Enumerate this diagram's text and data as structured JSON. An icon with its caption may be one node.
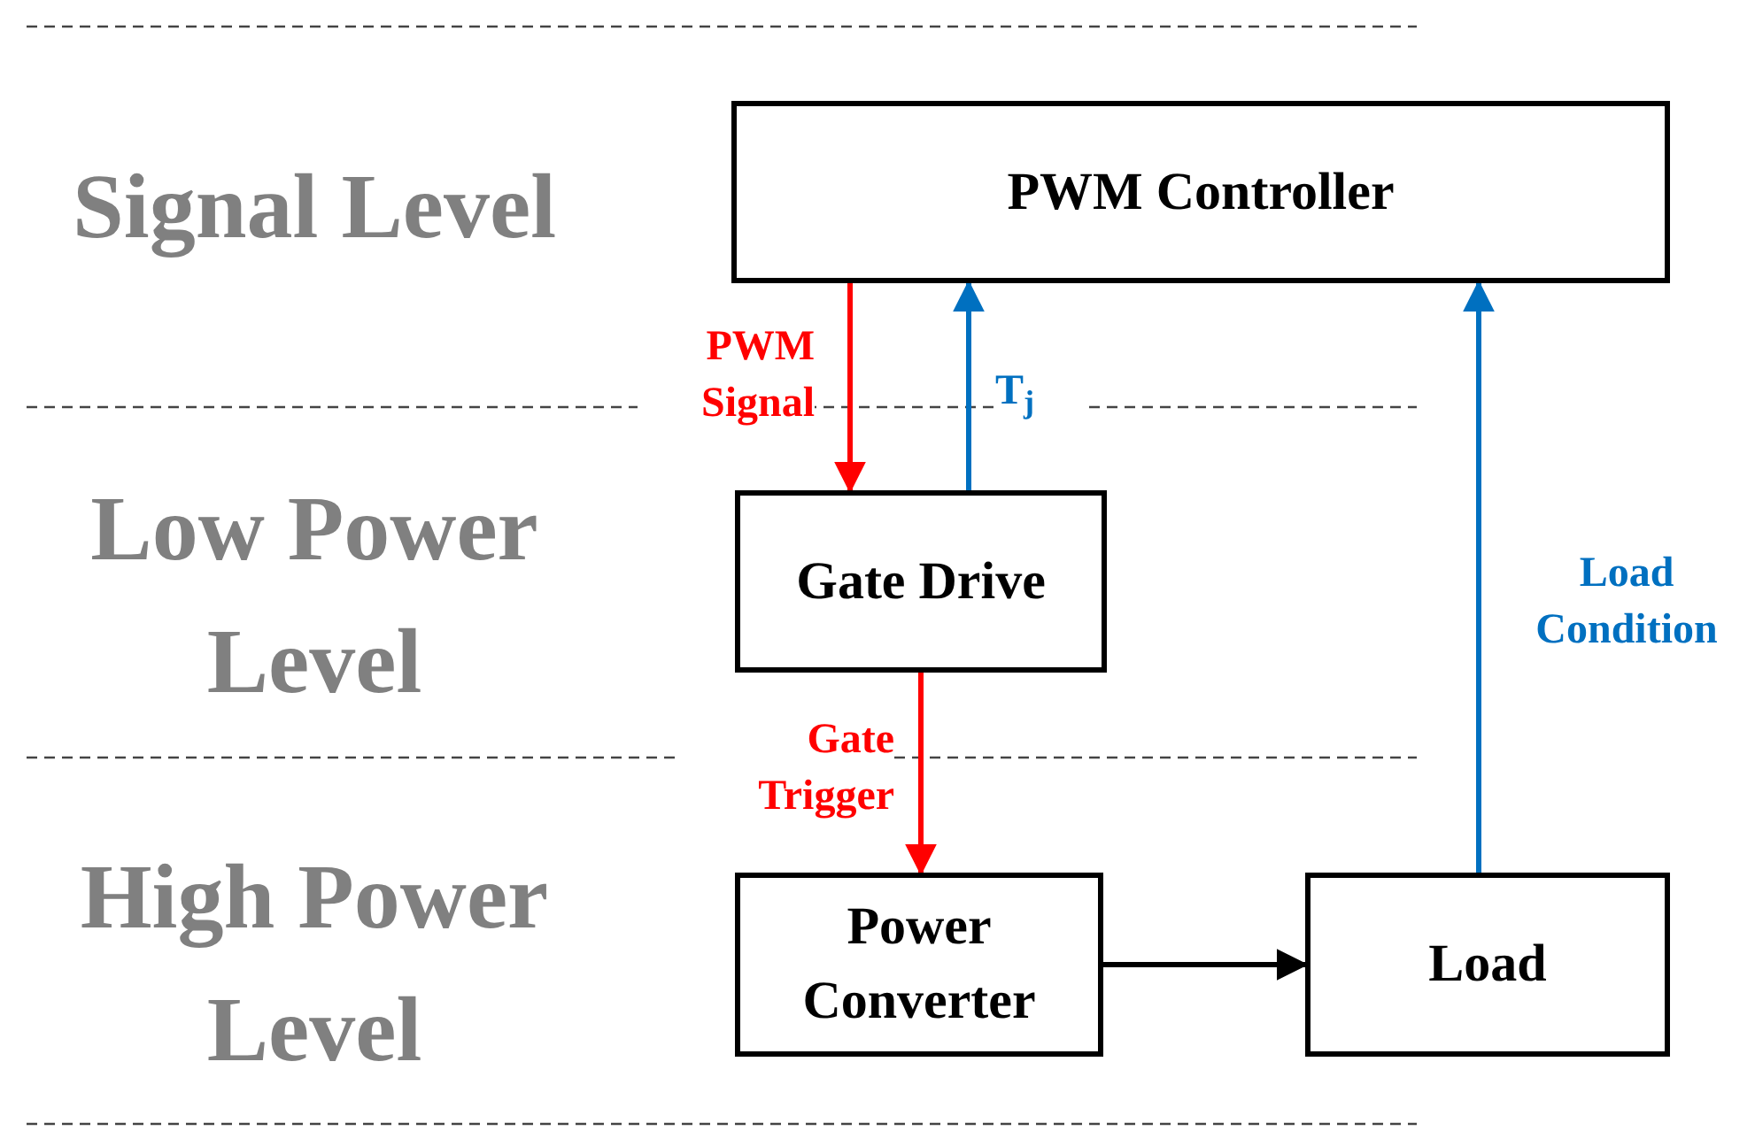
{
  "diagram": {
    "nodes": [
      {
        "text": [
          "PWM Controller"
        ]
      },
      {
        "text": [
          "Gate Drive"
        ]
      },
      {
        "text": [
          "Power Converter"
        ]
      },
      {
        "text": [
          "Load"
        ]
      }
    ],
    "edges": [
      {
        "from": 0,
        "to": 1,
        "arrow": "to",
        "label": "PWM Signal",
        "color": "#ff0000"
      },
      {
        "from": 1,
        "to": 0,
        "arrow": "to",
        "label": "T$_{j}$",
        "color": "#0070c0"
      },
      {
        "from": 1,
        "to": 2,
        "arrow": "to",
        "label": "Gate Trigger",
        "color": "#ff0000"
      },
      {
        "from": 2,
        "to": 3,
        "arrow": "to",
        "color": "#000000"
      },
      {
        "from": 3,
        "to": 0,
        "arrow": "to",
        "label": "Load Condition",
        "color": "#0070c0"
      }
    ],
    "labels": [
      "Signal Level",
      "Low Power Level",
      "High Power Level"
    ]
  }
}
